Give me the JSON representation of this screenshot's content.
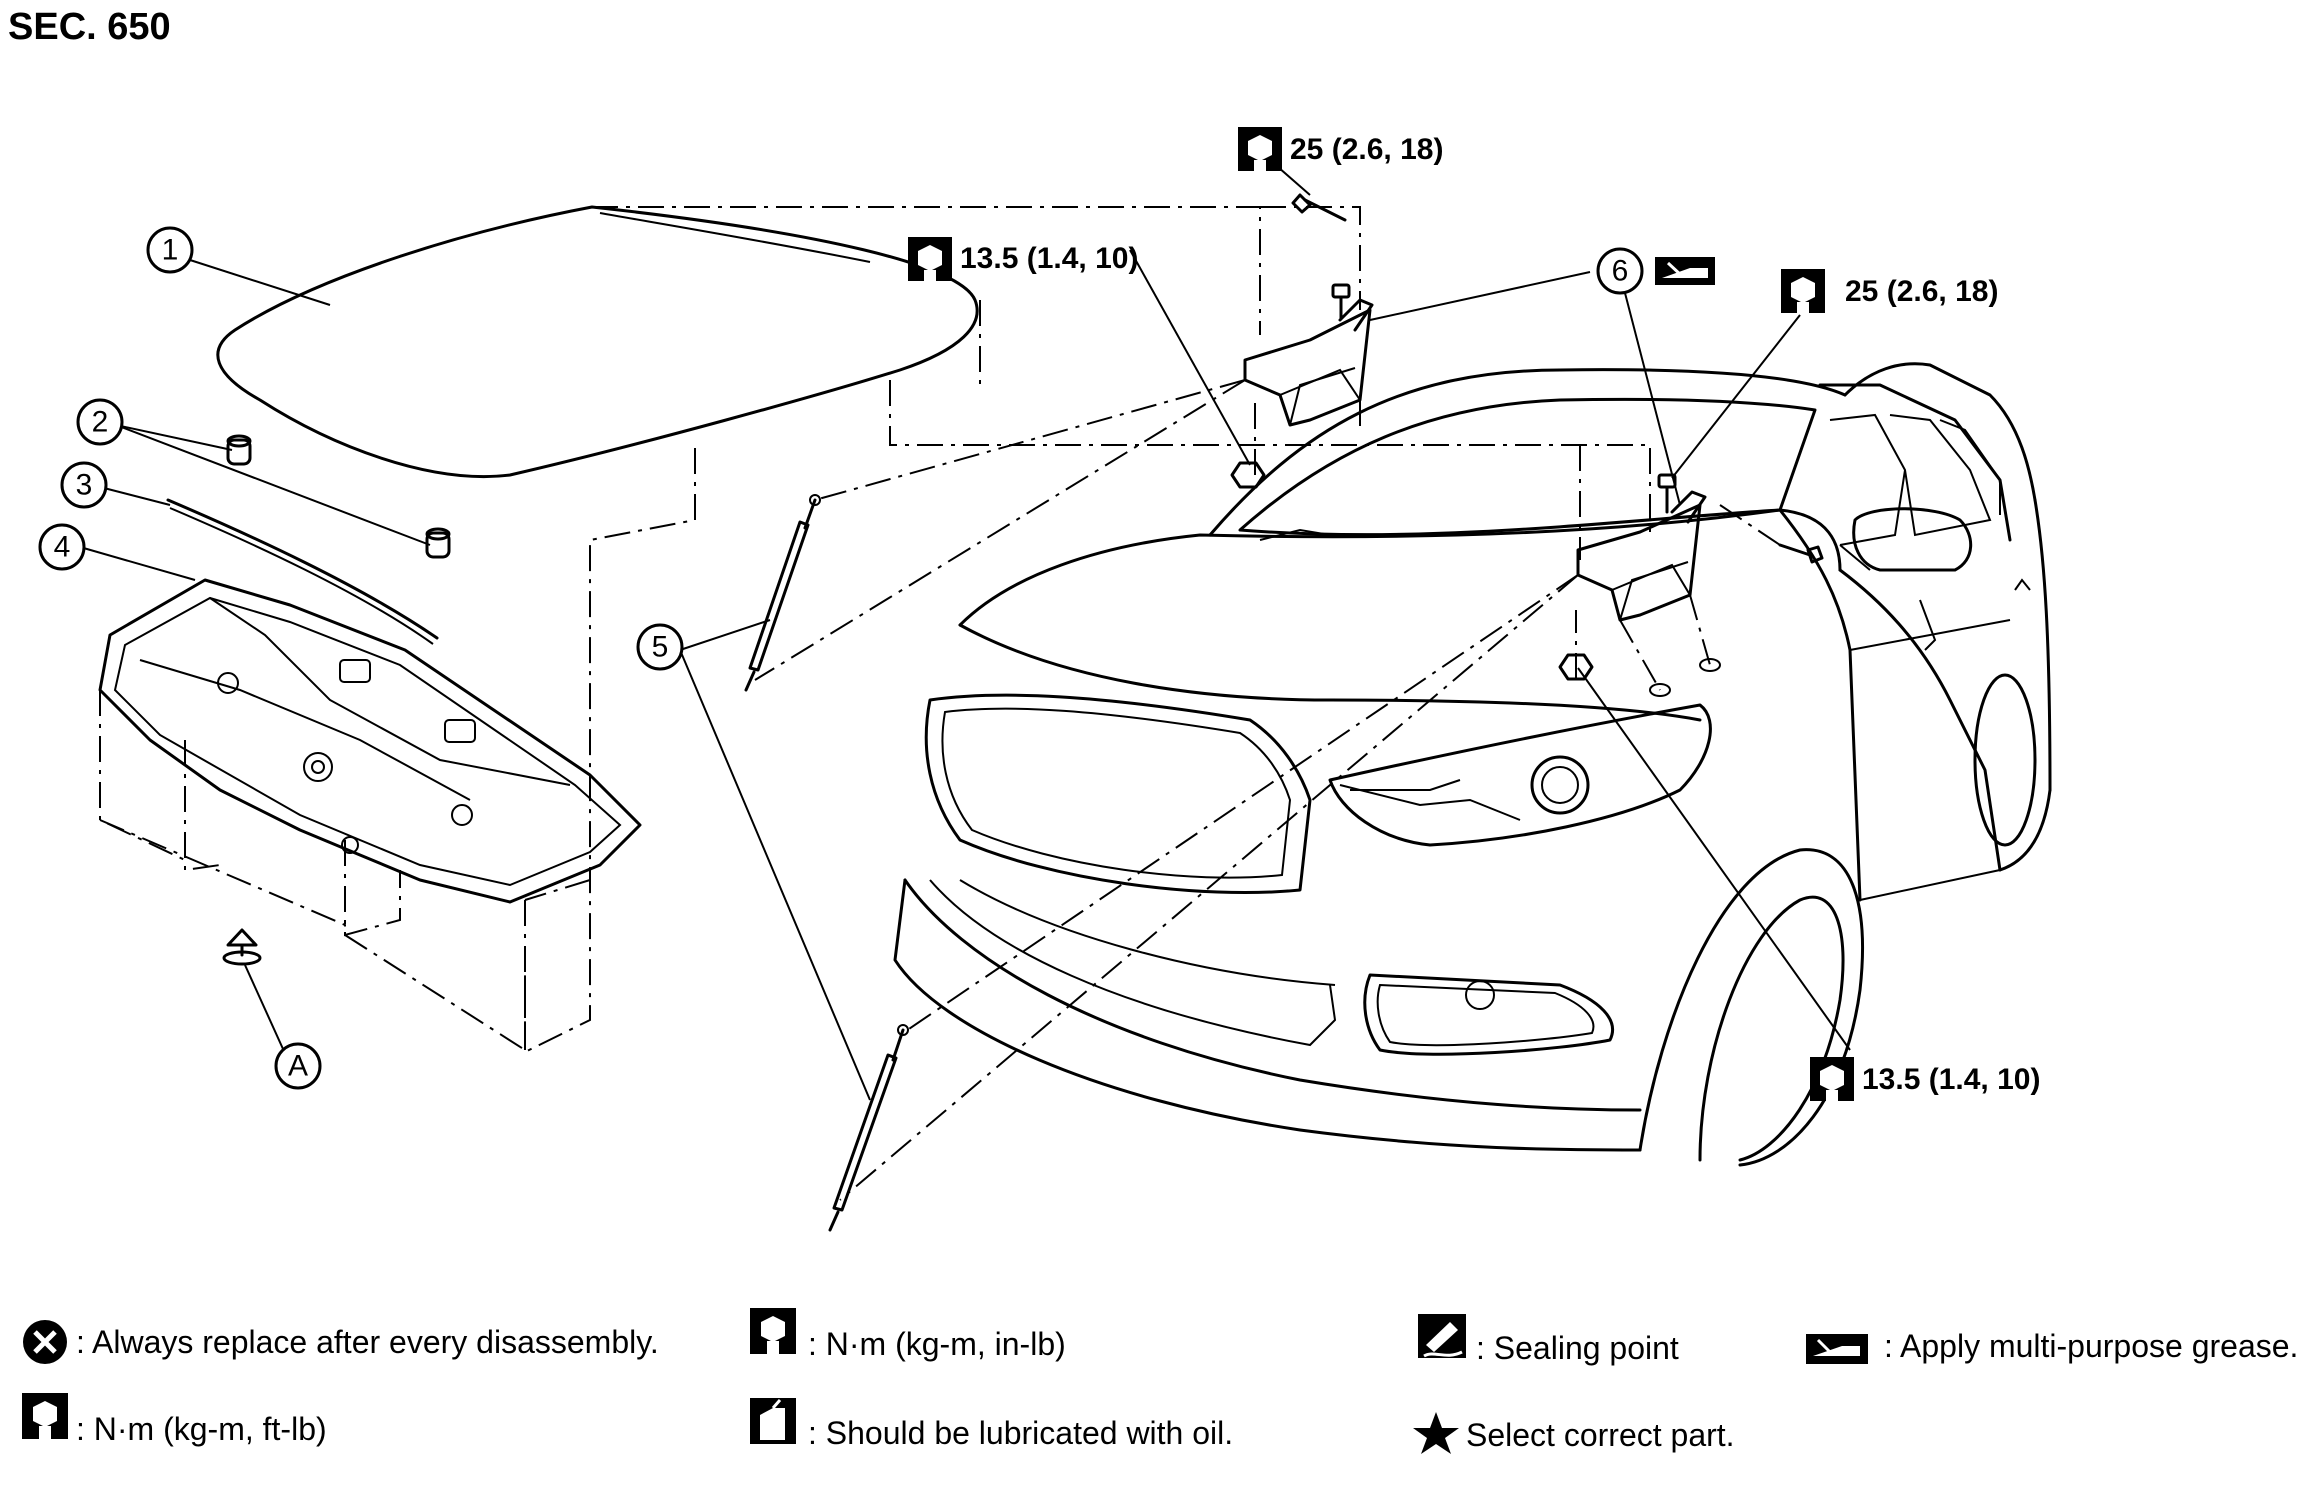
{
  "section_label": "SEC. 650",
  "callouts": [
    {
      "id": "1"
    },
    {
      "id": "2"
    },
    {
      "id": "3"
    },
    {
      "id": "4"
    },
    {
      "id": "5"
    },
    {
      "id": "6"
    },
    {
      "id": "A"
    }
  ],
  "torque_labels": [
    {
      "text": "25 (2.6, 18)",
      "icon": "wrench-torque-icon"
    },
    {
      "text": "13.5 (1.4, 10)",
      "icon": "wrench-torque-icon"
    },
    {
      "text": "25 (2.6, 18)",
      "icon": "wrench-torque-icon"
    },
    {
      "text": "13.5 (1.4, 10)",
      "icon": "wrench-torque-icon"
    }
  ],
  "legend": [
    {
      "icon": "always-replace-icon",
      "text": ": Always replace after every disassembly."
    },
    {
      "icon": "wrench-torque-inlb-icon",
      "text": ": N·m (kg-m, in-lb)"
    },
    {
      "icon": "sealing-point-icon",
      "text": ": Sealing point"
    },
    {
      "icon": "grease-icon",
      "text": ": Apply multi-purpose grease."
    },
    {
      "icon": "wrench-torque-ftlb-icon",
      "text": ": N·m (kg-m, ft-lb)"
    },
    {
      "icon": "oil-lubricate-icon",
      "text": ": Should be lubricated with oil."
    },
    {
      "icon": "star-icon",
      "text": "Select correct part."
    }
  ],
  "colors": {
    "ink": "#000000",
    "paper": "#ffffff"
  }
}
